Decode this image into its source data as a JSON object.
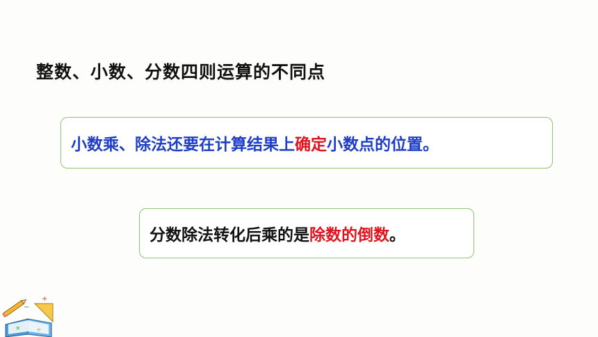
{
  "heading": "整数、小数、分数四则运算的不同点",
  "box1": {
    "part1": "小数乘、除法还要在计算结果上",
    "part2": "确定",
    "part3": "小数点",
    "part4": "的位置。"
  },
  "box2": {
    "part1": "分数除法转化后乘的是",
    "part2": "除数的倒数",
    "part3": "。"
  },
  "colors": {
    "blue_text": "#1f3ec8",
    "red_text": "#e0141e",
    "box_border": "#8cc56b"
  },
  "decoration": {
    "icon": "book-with-math-tools-icon",
    "glyphs": [
      "+",
      "−",
      "×",
      "÷"
    ]
  }
}
